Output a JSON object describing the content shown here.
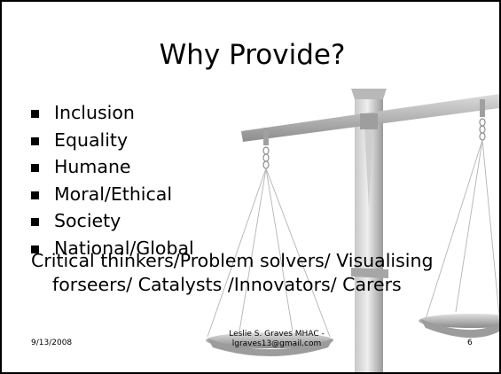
{
  "slide": {
    "title": "Why Provide?",
    "bullets": [
      "Inclusion",
      "Equality",
      "Humane",
      "Moral/Ethical",
      "Society",
      "National/Global"
    ],
    "body_line1": "Critical thinkers/Problem solvers/ Visualising",
    "body_line2": "forseers/ Catalysts  /Innovators/ Carers",
    "footer": {
      "date": "9/13/2008",
      "author_line1": "Leslie S. Graves MHAC -",
      "author_line2": "lgraves13@gmail.com",
      "page_number": "6"
    },
    "background_image": "balance-scale-icon"
  }
}
